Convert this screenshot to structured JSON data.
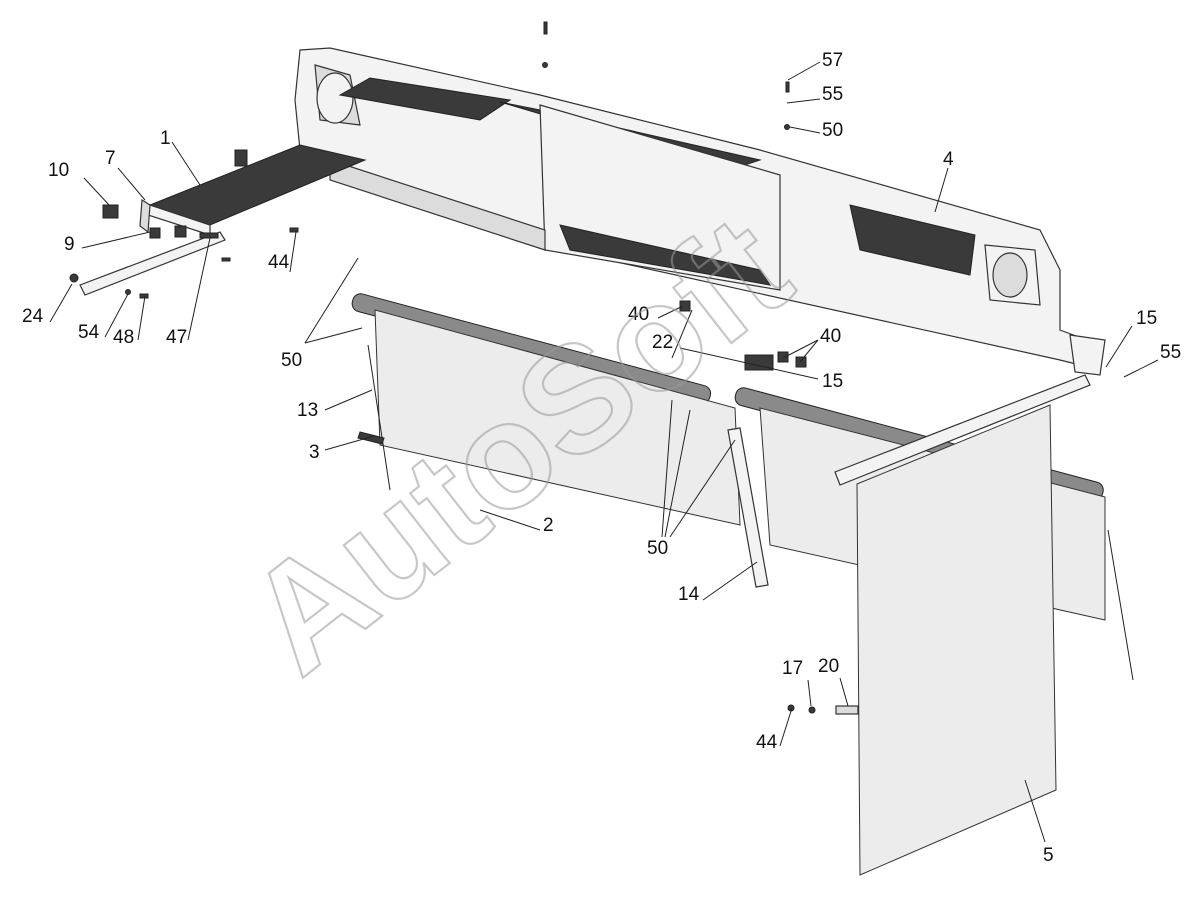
{
  "watermark": "AutoSoft",
  "callouts": [
    {
      "label": "57"
    },
    {
      "label": "55"
    },
    {
      "label": "50"
    },
    {
      "label": "4"
    },
    {
      "label": "1"
    },
    {
      "label": "7"
    },
    {
      "label": "10"
    },
    {
      "label": "9"
    },
    {
      "label": "44"
    },
    {
      "label": "24"
    },
    {
      "label": "54"
    },
    {
      "label": "48"
    },
    {
      "label": "47"
    },
    {
      "label": "50"
    },
    {
      "label": "13"
    },
    {
      "label": "3"
    },
    {
      "label": "40"
    },
    {
      "label": "22"
    },
    {
      "label": "40"
    },
    {
      "label": "15"
    },
    {
      "label": "15"
    },
    {
      "label": "55"
    },
    {
      "label": "2"
    },
    {
      "label": "50"
    },
    {
      "label": "14"
    },
    {
      "label": "17"
    },
    {
      "label": "20"
    },
    {
      "label": "44"
    },
    {
      "label": "5"
    }
  ]
}
